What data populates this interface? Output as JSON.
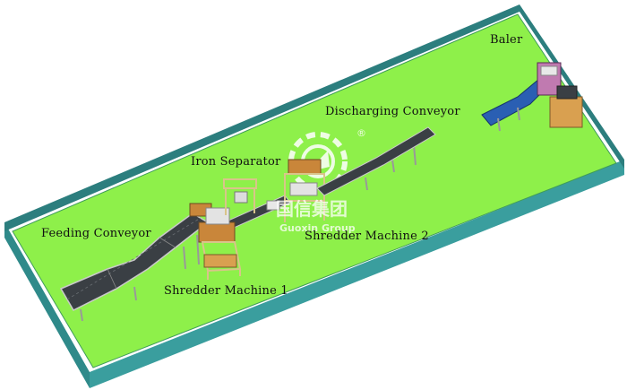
{
  "labels": {
    "baler": "Baler",
    "discharging_conveyor": "Discharging Conveyor",
    "iron_separator": "Iron Separator",
    "feeding_conveyor": "Feeding Conveyor",
    "shredder_machine_1": "Shredder Machine 1",
    "shredder_machine_2": "Shredder Machine 2"
  },
  "watermark": {
    "cn": "国信集团",
    "en": "Guoxin Group",
    "registered": "®"
  },
  "colors": {
    "floor": "#8ef04a",
    "wall": "#2f8a8a",
    "belt": "#3a3f44",
    "frame": "#d9c48a",
    "machine": "#c9863a",
    "baler_belt": "#2a5fb3",
    "baler_body": "#c07ab0"
  }
}
